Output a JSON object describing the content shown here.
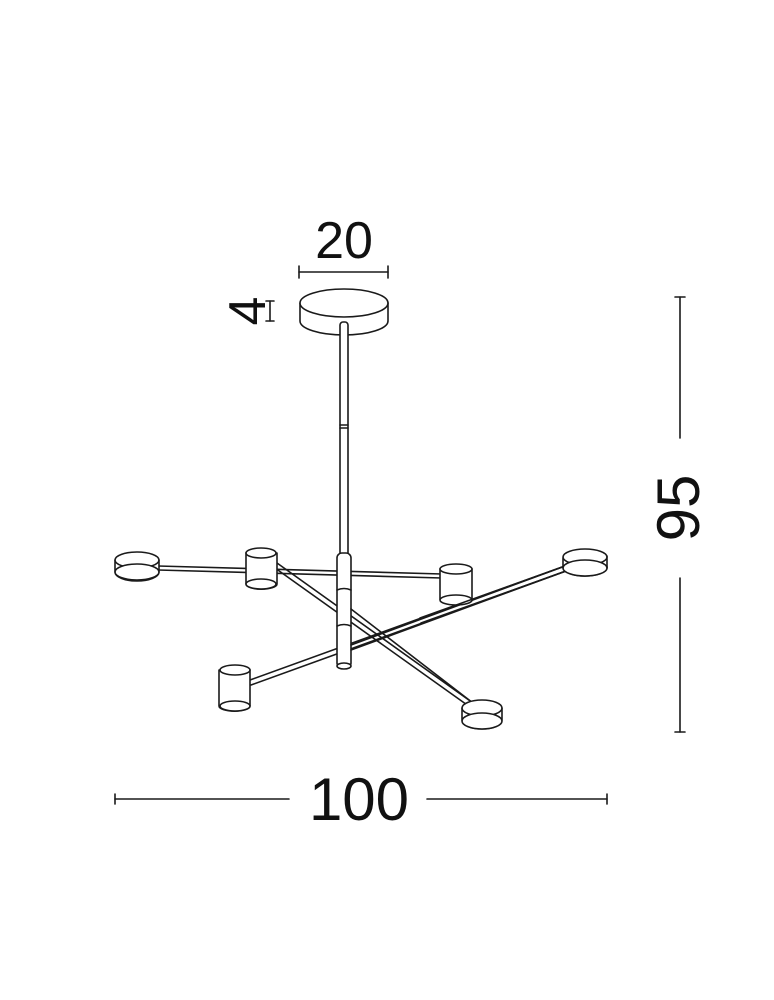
{
  "diagram": {
    "type": "product-dimension-drawing",
    "subject": "pendant chandelier with 6 cylindrical light heads on crossing arms",
    "line_color": "#1a1a1a",
    "background": "#ffffff"
  },
  "dimensions": {
    "canopy_width": {
      "value": "20",
      "orientation": "horizontal"
    },
    "canopy_height": {
      "value": "4",
      "orientation": "vertical-rotated"
    },
    "total_height": {
      "value": "95",
      "orientation": "vertical-rotated"
    },
    "total_width": {
      "value": "100",
      "orientation": "horizontal"
    }
  },
  "components": {
    "canopy": "ceiling canopy disc",
    "stem": "vertical suspension rod",
    "hub": "central segmented hub",
    "arms": 3,
    "light_heads": 6
  }
}
